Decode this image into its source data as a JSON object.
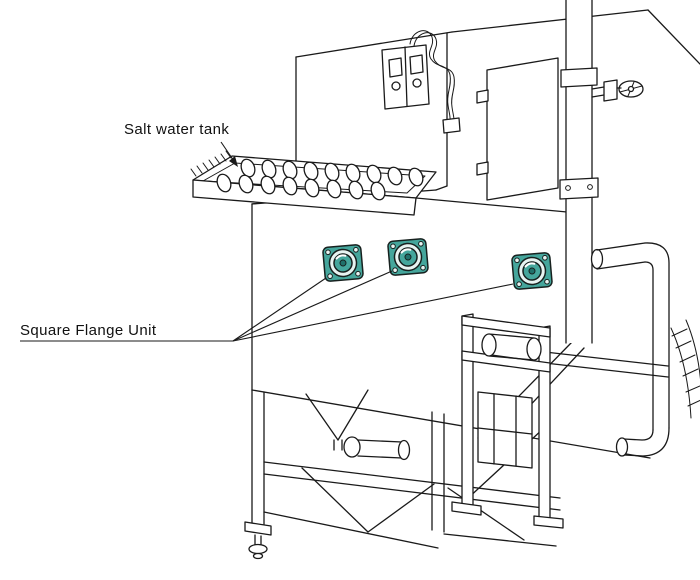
{
  "figure": {
    "kind": "technical-line-drawing",
    "flange_unit_count": 3
  },
  "labels": {
    "salt_water_tank": "Salt water tank",
    "square_flange_unit": "Square Flange Unit"
  },
  "colors": {
    "background": "#ffffff",
    "line": "#1a1a1a",
    "flange_body": "#45a69c",
    "flange_ring": "#e8f4f2",
    "flange_center": "#45a69c",
    "flange_core": "#20706a",
    "flange_highlight": "#ffffff"
  }
}
